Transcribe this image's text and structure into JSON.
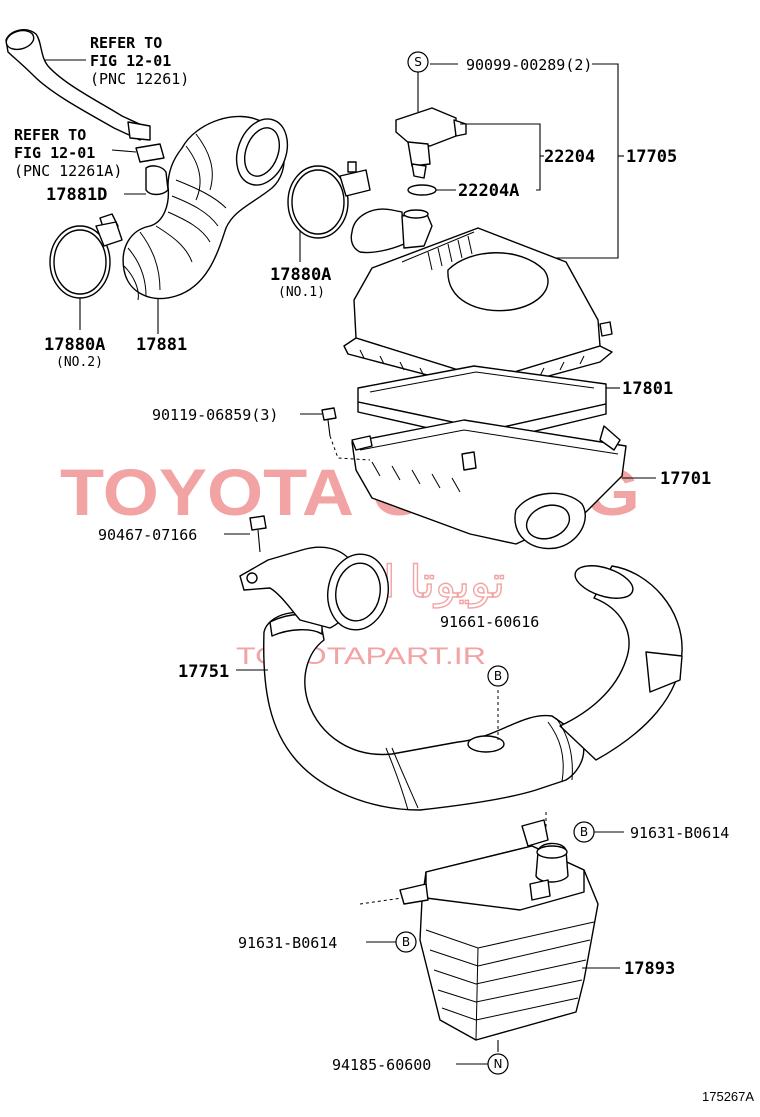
{
  "diagram": {
    "drawing_code": "175267A",
    "watermark": {
      "brand": "TOYOTA ORANG",
      "persian": "تویوتا اورنگ",
      "url": "TOYOTAPART.IR"
    },
    "references": [
      {
        "line1": "REFER TO",
        "line2": "FIG 12-01",
        "line3": "(PNC 12261)"
      },
      {
        "line1": "REFER TO",
        "line2": "FIG 12-01",
        "line3": "(PNC 12261A)"
      }
    ],
    "labels": {
      "p90099": "90099-00289(2)",
      "p22204": "22204",
      "p17705": "17705",
      "p22204A": "22204A",
      "p17881D": "17881D",
      "p17880A_1": "17880A",
      "no1": "(NO.1)",
      "p17880A_2": "17880A",
      "no2": "(NO.2)",
      "p17881": "17881",
      "p17801": "17801",
      "p90119": "90119-06859(3)",
      "p17701": "17701",
      "p90467": "90467-07166",
      "p91661": "91661-60616",
      "p17751": "17751",
      "p91631a": "91631-B0614",
      "p91631b": "91631-B0614",
      "p17893": "17893",
      "p94185": "94185-60600"
    },
    "bubbles": {
      "s": "S",
      "b1": "B",
      "b2": "B",
      "b3": "B",
      "n": "N"
    }
  }
}
